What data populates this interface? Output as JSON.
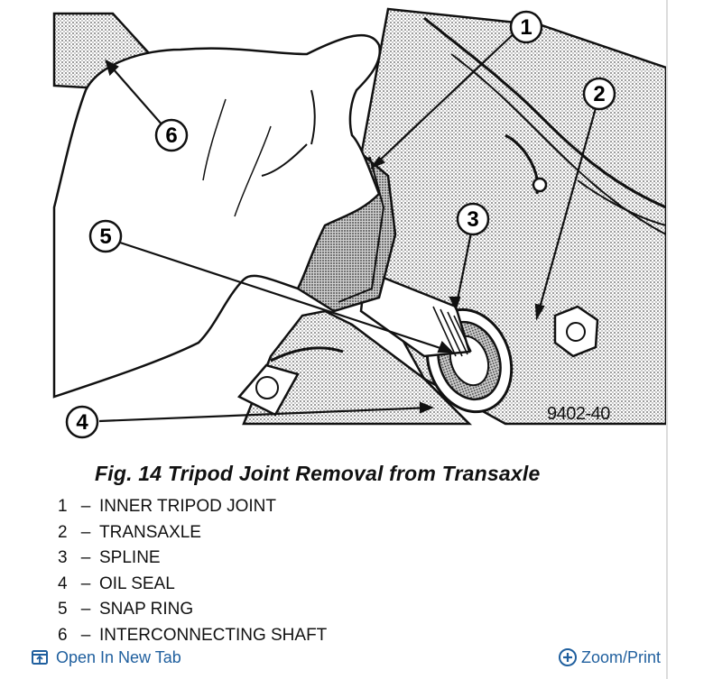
{
  "figure": {
    "id_label": "9402-40",
    "callouts": [
      "1",
      "2",
      "3",
      "4",
      "5",
      "6"
    ]
  },
  "caption": "Fig. 14 Tripod Joint Removal from Transaxle",
  "legend": [
    {
      "num": "1",
      "dash": "–",
      "label": "INNER TRIPOD JOINT"
    },
    {
      "num": "2",
      "dash": "–",
      "label": "TRANSAXLE"
    },
    {
      "num": "3",
      "dash": "–",
      "label": "SPLINE"
    },
    {
      "num": "4",
      "dash": "–",
      "label": "OIL SEAL"
    },
    {
      "num": "5",
      "dash": "–",
      "label": "SNAP RING"
    },
    {
      "num": "6",
      "dash": "–",
      "label": "INTERCONNECTING SHAFT"
    }
  ],
  "footer": {
    "open_label": "Open In New Tab",
    "zoom_label": "Zoom/Print",
    "link_color": "#1f5f9e"
  }
}
